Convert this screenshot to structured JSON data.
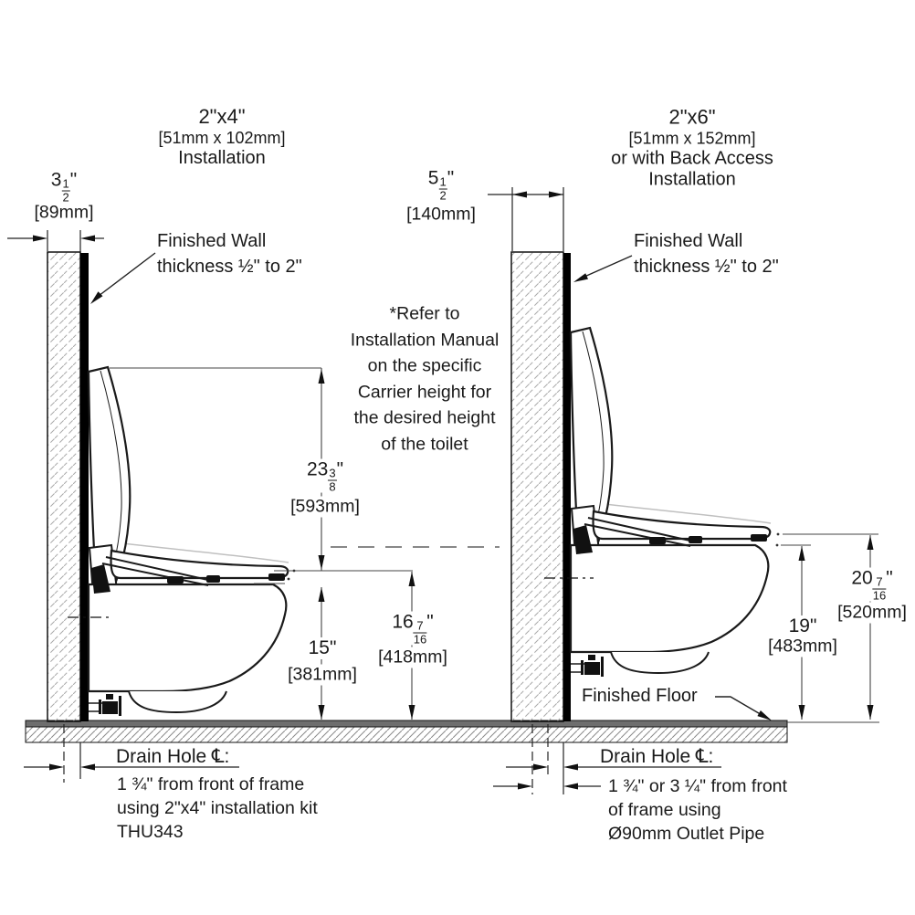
{
  "colors": {
    "line": "#1a1a1a",
    "ghost": "#c0c0c0",
    "hatch_wall": "#aaaaaa",
    "hatch_floor": "#8a8a8a",
    "floor_fill": "#6e6e6e",
    "dashed_ref": "#777777"
  },
  "header_left": {
    "line1": "2\"x4\"",
    "line2": "[51mm x 102mm]",
    "line3": "Installation"
  },
  "header_right": {
    "line1": "2\"x6\"",
    "line2": "[51mm x 152mm]",
    "line3": "or with Back Access",
    "line4": "Installation"
  },
  "note": {
    "line1": "*Refer to",
    "line2": "Installation Manual",
    "line3": "on the specific",
    "line4": "Carrier height for",
    "line5": "the desired height",
    "line6": "of the toilet"
  },
  "wall_label_left": {
    "line1": "Finished Wall",
    "line2": "thickness ½\" to 2\""
  },
  "wall_label_right": {
    "line1": "Finished Wall",
    "line2": "thickness ½\" to 2\""
  },
  "floor_label": "Finished Floor",
  "dims": {
    "left_wall": {
      "whole": "3",
      "num": "1",
      "den": "2",
      "unit": "\"",
      "metric": "[89mm]"
    },
    "right_wall": {
      "whole": "5",
      "num": "1",
      "den": "2",
      "unit": "\"",
      "metric": "[140mm]"
    },
    "lid_to_seat": {
      "whole": "23",
      "num": "3",
      "den": "8",
      "unit": "\"",
      "metric": "[593mm]"
    },
    "floor_to_bowl": {
      "whole": "15",
      "num": "",
      "den": "",
      "unit": "\"",
      "metric": "[381mm]"
    },
    "floor_to_seat": {
      "whole": "16",
      "num": "7",
      "den": "16",
      "unit": "\"",
      "metric": "[418mm]"
    },
    "floor_to_rim_right": {
      "whole": "19",
      "num": "",
      "den": "",
      "unit": "\"",
      "metric": "[483mm]"
    },
    "floor_to_seat_right": {
      "whole": "20",
      "num": "7",
      "den": "16",
      "unit": "\"",
      "metric": "[520mm]"
    }
  },
  "drain_left": {
    "title": "Drain Hole ℄:",
    "line1": "1 ¾\" from front of frame",
    "line2": "using 2\"x4\" installation kit",
    "line3": "THU343"
  },
  "drain_right": {
    "title": "Drain Hole ℄:",
    "line1": "1 ¾\" or 3 ¼\" from front",
    "line2": "of frame using",
    "line3": "Ø90mm Outlet Pipe"
  }
}
